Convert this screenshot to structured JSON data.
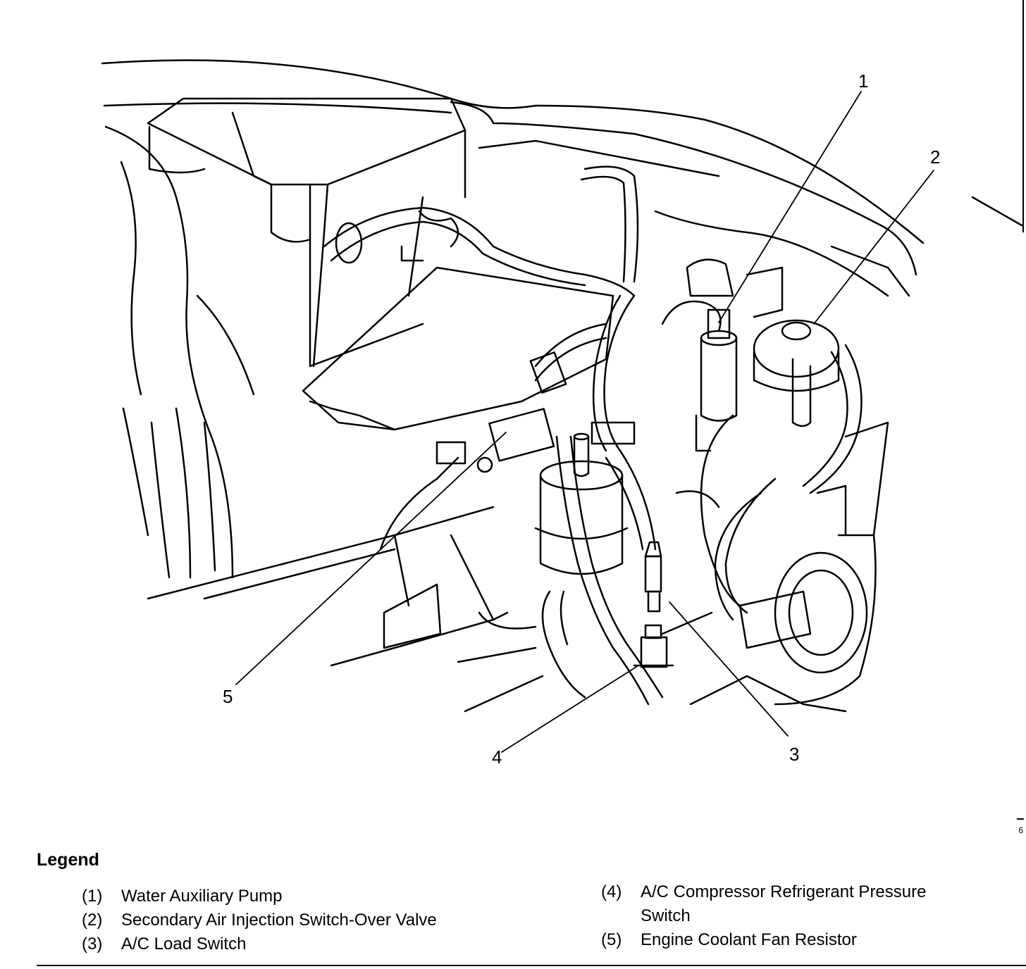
{
  "callouts": {
    "c1": "1",
    "c2": "2",
    "c3": "3",
    "c4": "4",
    "c5": "5"
  },
  "legend": {
    "title": "Legend",
    "items": [
      {
        "num": "(1)",
        "text": "Water Auxiliary Pump"
      },
      {
        "num": "(2)",
        "text": "Secondary Air Injection Switch-Over Valve"
      },
      {
        "num": "(3)",
        "text": "A/C Load Switch"
      },
      {
        "num": "(4)",
        "text": "A/C Compressor Refrigerant Pressure Switch"
      },
      {
        "num": "(5)",
        "text": "Engine Coolant Fan Resistor"
      }
    ]
  },
  "edge_mark": "6"
}
